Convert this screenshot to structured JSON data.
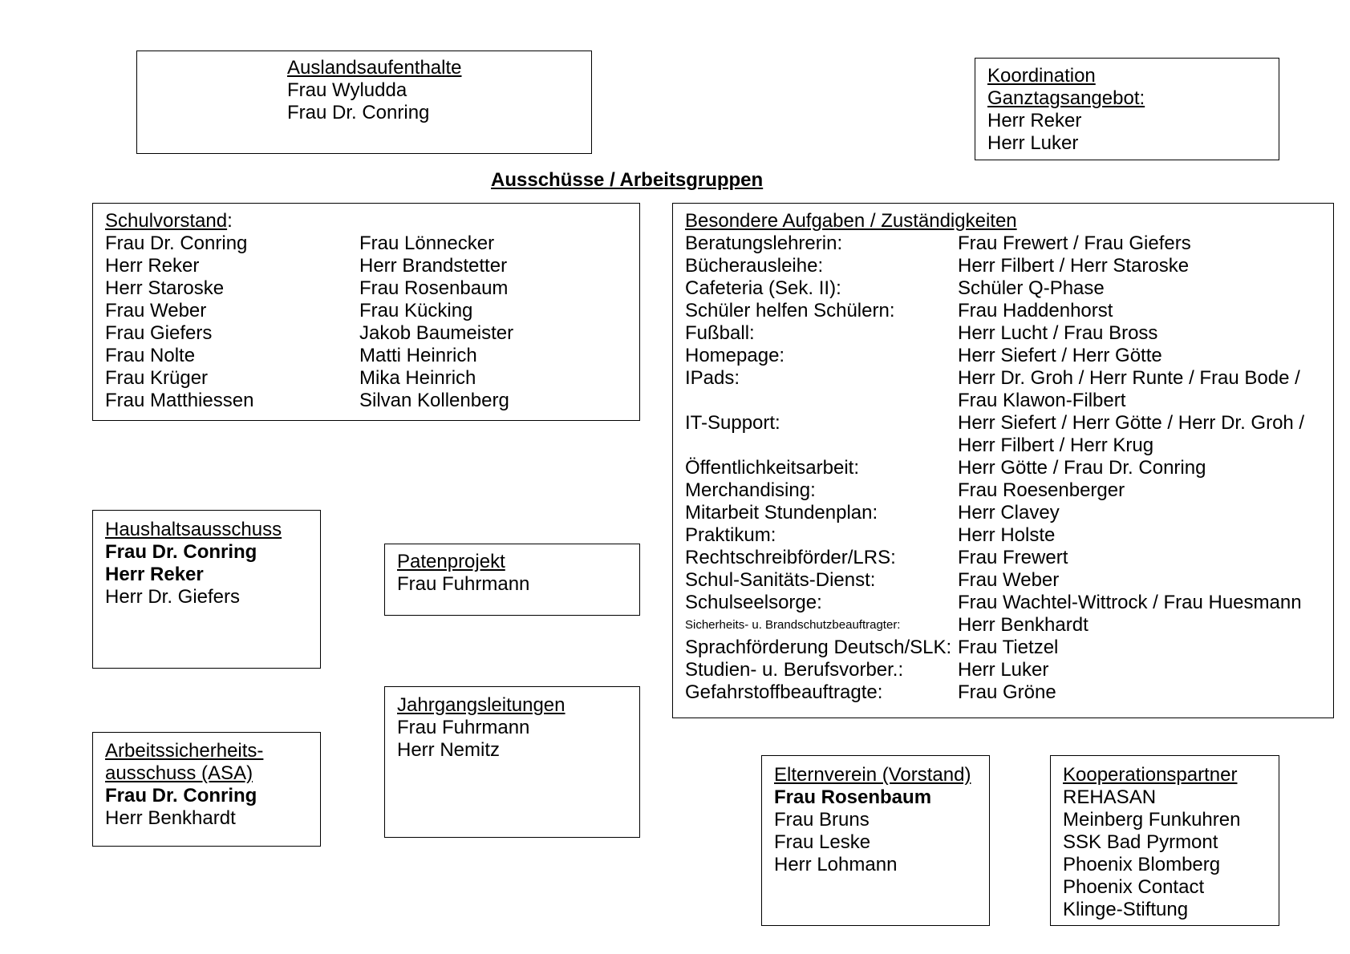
{
  "title": "Ausschüsse / Arbeitsgruppen",
  "auslandsaufenthalte": {
    "heading": "Auslandsaufenthalte",
    "members": [
      "Frau Wyludda",
      "Frau Dr. Conring"
    ]
  },
  "koordination": {
    "heading_line1": "Koordination",
    "heading_line2": "Ganztagsangebot:",
    "members": [
      "Herr Reker",
      "Herr Luker"
    ]
  },
  "schulvorstand": {
    "heading": "Schulvorstand",
    "colon": ":",
    "left": [
      "Frau Dr. Conring",
      "Herr Reker",
      "Herr Staroske",
      "Frau Weber",
      "Frau Giefers",
      "Frau Nolte",
      "Frau Krüger",
      "Frau Matthiessen"
    ],
    "right": [
      "Frau Lönnecker",
      "Herr Brandstetter",
      "Frau Rosenbaum",
      "Frau Kücking",
      "Jakob Baumeister",
      "Matti Heinrich",
      "Mika Heinrich",
      "Silvan Kollenberg"
    ]
  },
  "besondere": {
    "heading": "Besondere Aufgaben / Zuständigkeiten",
    "rows": [
      {
        "task": "Beratungslehrerin:",
        "person": "Frau Frewert / Frau Giefers"
      },
      {
        "task": "Bücherausleihe:",
        "person": "Herr Filbert / Herr Staroske"
      },
      {
        "task": "Cafeteria (Sek. II):",
        "person": "Schüler Q-Phase"
      },
      {
        "task": "Schüler helfen Schülern:",
        "person": "Frau Haddenhorst"
      },
      {
        "task": "Fußball:",
        "person": "Herr Lucht / Frau Bross"
      },
      {
        "task": "Homepage:",
        "person": "Herr Siefert / Herr Götte"
      },
      {
        "task": "IPads:",
        "person": "Herr Dr. Groh / Herr Runte / Frau Bode /"
      },
      {
        "task": "",
        "person": "Frau Klawon-Filbert"
      },
      {
        "task": "IT-Support:",
        "person": "Herr Siefert / Herr Götte / Herr Dr. Groh /"
      },
      {
        "task": "",
        "person": "Herr Filbert / Herr Krug"
      },
      {
        "task": "Öffentlichkeitsarbeit:",
        "person": "Herr Götte / Frau Dr. Conring"
      },
      {
        "task": "Merchandising:",
        "person": "Frau Roesenberger"
      },
      {
        "task": "Mitarbeit Stundenplan:",
        "person": "Herr Clavey"
      },
      {
        "task": "Praktikum:",
        "person": "Herr Holste"
      },
      {
        "task": "Rechtschreibförder/LRS:",
        "person": "Frau Frewert"
      },
      {
        "task": "Schul-Sanitäts-Dienst:",
        "person": "Frau Weber"
      },
      {
        "task": "Schulseelsorge:",
        "person": "Frau Wachtel-Wittrock / Frau Huesmann"
      },
      {
        "task": "Sicherheits- u. Brandschutzbeauftragter:",
        "person": "Herr Benkhardt"
      },
      {
        "task": "Sprachförderung Deutsch/SLK:",
        "person": "Frau Tietzel"
      },
      {
        "task": "Studien- u. Berufsvorber.:",
        "person": "Herr Luker"
      },
      {
        "task": "Gefahrstoffbeauftragte:",
        "person": "Frau Gröne"
      }
    ]
  },
  "haushalt": {
    "heading": "Haushaltsausschuss",
    "bold_members": [
      "Frau Dr. Conring",
      "Herr Reker"
    ],
    "members": [
      "Herr Dr. Giefers"
    ]
  },
  "paten": {
    "heading": "Patenprojekt",
    "members": [
      "Frau Fuhrmann"
    ]
  },
  "jahrgang": {
    "heading": "Jahrgangsleitungen",
    "members": [
      "Frau Fuhrmann",
      "Herr Nemitz"
    ]
  },
  "asa": {
    "heading_line1": "Arbeitssicherheits-",
    "heading_line2": "ausschuss (ASA)",
    "bold_members": [
      "Frau Dr. Conring"
    ],
    "members": [
      "Herr Benkhardt"
    ]
  },
  "elternverein": {
    "heading": "Elternverein (Vorstand)",
    "bold_members": [
      "Frau Rosenbaum"
    ],
    "members": [
      "Frau Bruns",
      "Frau Leske",
      "Herr Lohmann"
    ]
  },
  "kooperation": {
    "heading": "Kooperationspartner",
    "members": [
      "REHASAN",
      "Meinberg Funkuhren",
      "SSK Bad Pyrmont",
      "Phoenix Blomberg",
      "Phoenix Contact",
      "Klinge-Stiftung"
    ]
  }
}
